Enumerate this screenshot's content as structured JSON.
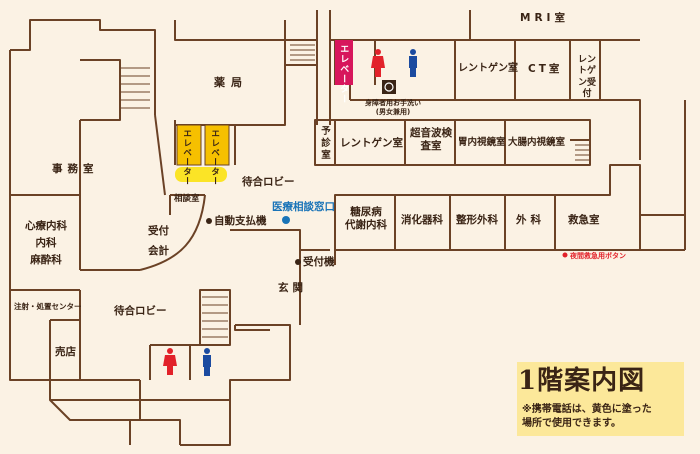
{
  "legend": {
    "title": "1階案内図",
    "note_line1": "※携帯電話は、黄色に塗った",
    "note_line2": "場所で使用できます。"
  },
  "rooms": {
    "mri": "MRI室",
    "elevator_red": "エレベーター",
    "wheelchair_toilet_note_1": "身障者用お手洗い",
    "wheelchair_toilet_note_2": "(男女兼用)",
    "xray_east": "レントゲン室",
    "ct": "CT室",
    "xray_reception": "レントゲン受付",
    "pharmacy": "薬局",
    "elevator_1": "エレベーター",
    "elevator_2": "エレベーター",
    "vaccination": "予診室",
    "xray_center": "レントゲン室",
    "ultrasound": "超音波検査室",
    "gastroscopy": "胃内視鏡室",
    "colonoscopy": "大腸内視鏡室",
    "office": "事務室",
    "consultation": "相談室",
    "waiting_lobby_north": "待合ロビー",
    "medical_counter": "医療相談窓口",
    "auto_payment": "自動支払機",
    "reception_accounting": "受付\n会計",
    "diabetes": "糖尿病\n代謝内科",
    "gastroenterology": "消化器科",
    "orthopedics": "整形外科",
    "surgery": "外科",
    "emergency": "救急室",
    "night_button": "夜間救急用ボタン",
    "cardio": "心療内科\n内科\n麻酔科",
    "reception_machine": "受付機",
    "entrance": "玄関",
    "injection": "注射・処置センター",
    "shop": "売店",
    "waiting_lobby_south": "待合ロビー"
  },
  "colors": {
    "wall": "#6b4226",
    "background": "#fbf2e4",
    "yellow_zone": "#fbe426",
    "elevator_yellow": "#f6c000",
    "elevator_red": "#d7165c",
    "female": "#e2222a",
    "male": "#1b4ba0",
    "medical_counter": "#1a74b8",
    "night_button": "#e2222a",
    "legend_panel": "#fce89a"
  },
  "icons": [
    "female-toilet-icon",
    "male-toilet-icon",
    "wheelchair-icon",
    "stairs-icon"
  ]
}
